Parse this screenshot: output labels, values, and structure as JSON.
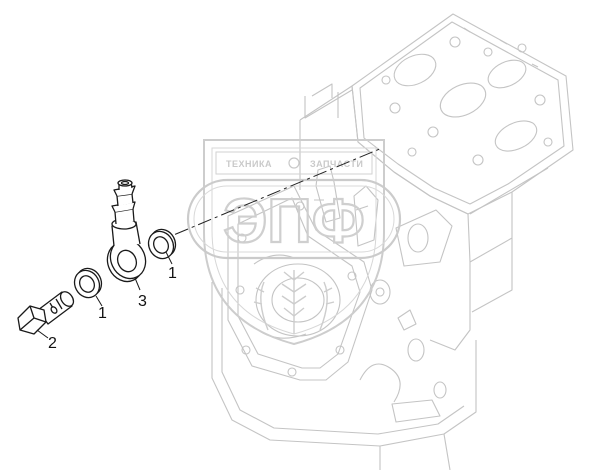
{
  "diagram": {
    "callouts": [
      {
        "id": "c1-right",
        "label": "1"
      },
      {
        "id": "c1-mid",
        "label": "1"
      },
      {
        "id": "c2",
        "label": "2"
      },
      {
        "id": "c3",
        "label": "3"
      }
    ],
    "watermark": {
      "line_left": "ТЕХНИКА",
      "line_right": "ЗАПЧАСТИ",
      "logo": "ЭПФ"
    }
  }
}
